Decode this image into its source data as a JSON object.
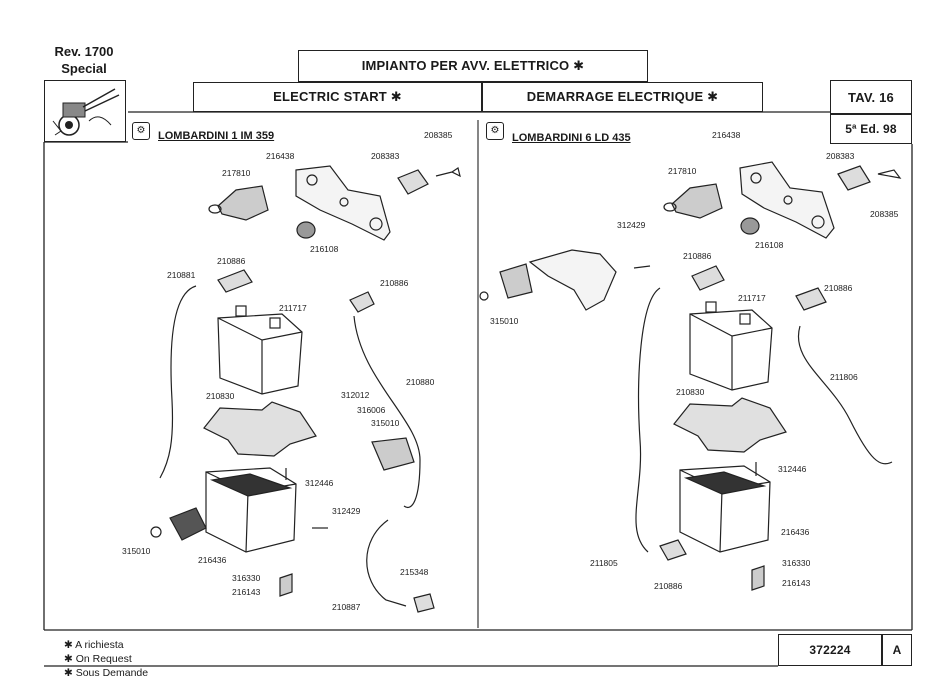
{
  "header": {
    "rev_line1": "Rev. 1700",
    "rev_line2": "Special",
    "title_it": "IMPIANTO PER AVV. ELETTRICO ✱",
    "title_en": "ELECTRIC START ✱",
    "title_fr": "DEMARRAGE ELECTRIQUE ✱",
    "table": "TAV. 16",
    "edition": "5ª Ed. 98"
  },
  "left_section": {
    "engine": "LOMBARDINI 1 IM 359",
    "parts": [
      "208385",
      "216438",
      "208383",
      "217810",
      "216108",
      "210886",
      "210881",
      "211717",
      "210886",
      "210830",
      "312012",
      "316006",
      "315010",
      "210880",
      "312446",
      "312429",
      "315010",
      "216436",
      "316330",
      "216143",
      "215348",
      "210887"
    ]
  },
  "right_section": {
    "engine": "LOMBARDINI 6 LD 435",
    "parts": [
      "216438",
      "208383",
      "217810",
      "208385",
      "216108",
      "312429",
      "210886",
      "211717",
      "210886",
      "315010",
      "210830",
      "211806",
      "312446",
      "216436",
      "211805",
      "316330",
      "210886",
      "216143"
    ]
  },
  "footer": {
    "legend_1": "✱ A richiesta",
    "legend_2": "✱ On Request",
    "legend_3": "✱ Sous Demande",
    "code": "372224",
    "letter": "A"
  }
}
